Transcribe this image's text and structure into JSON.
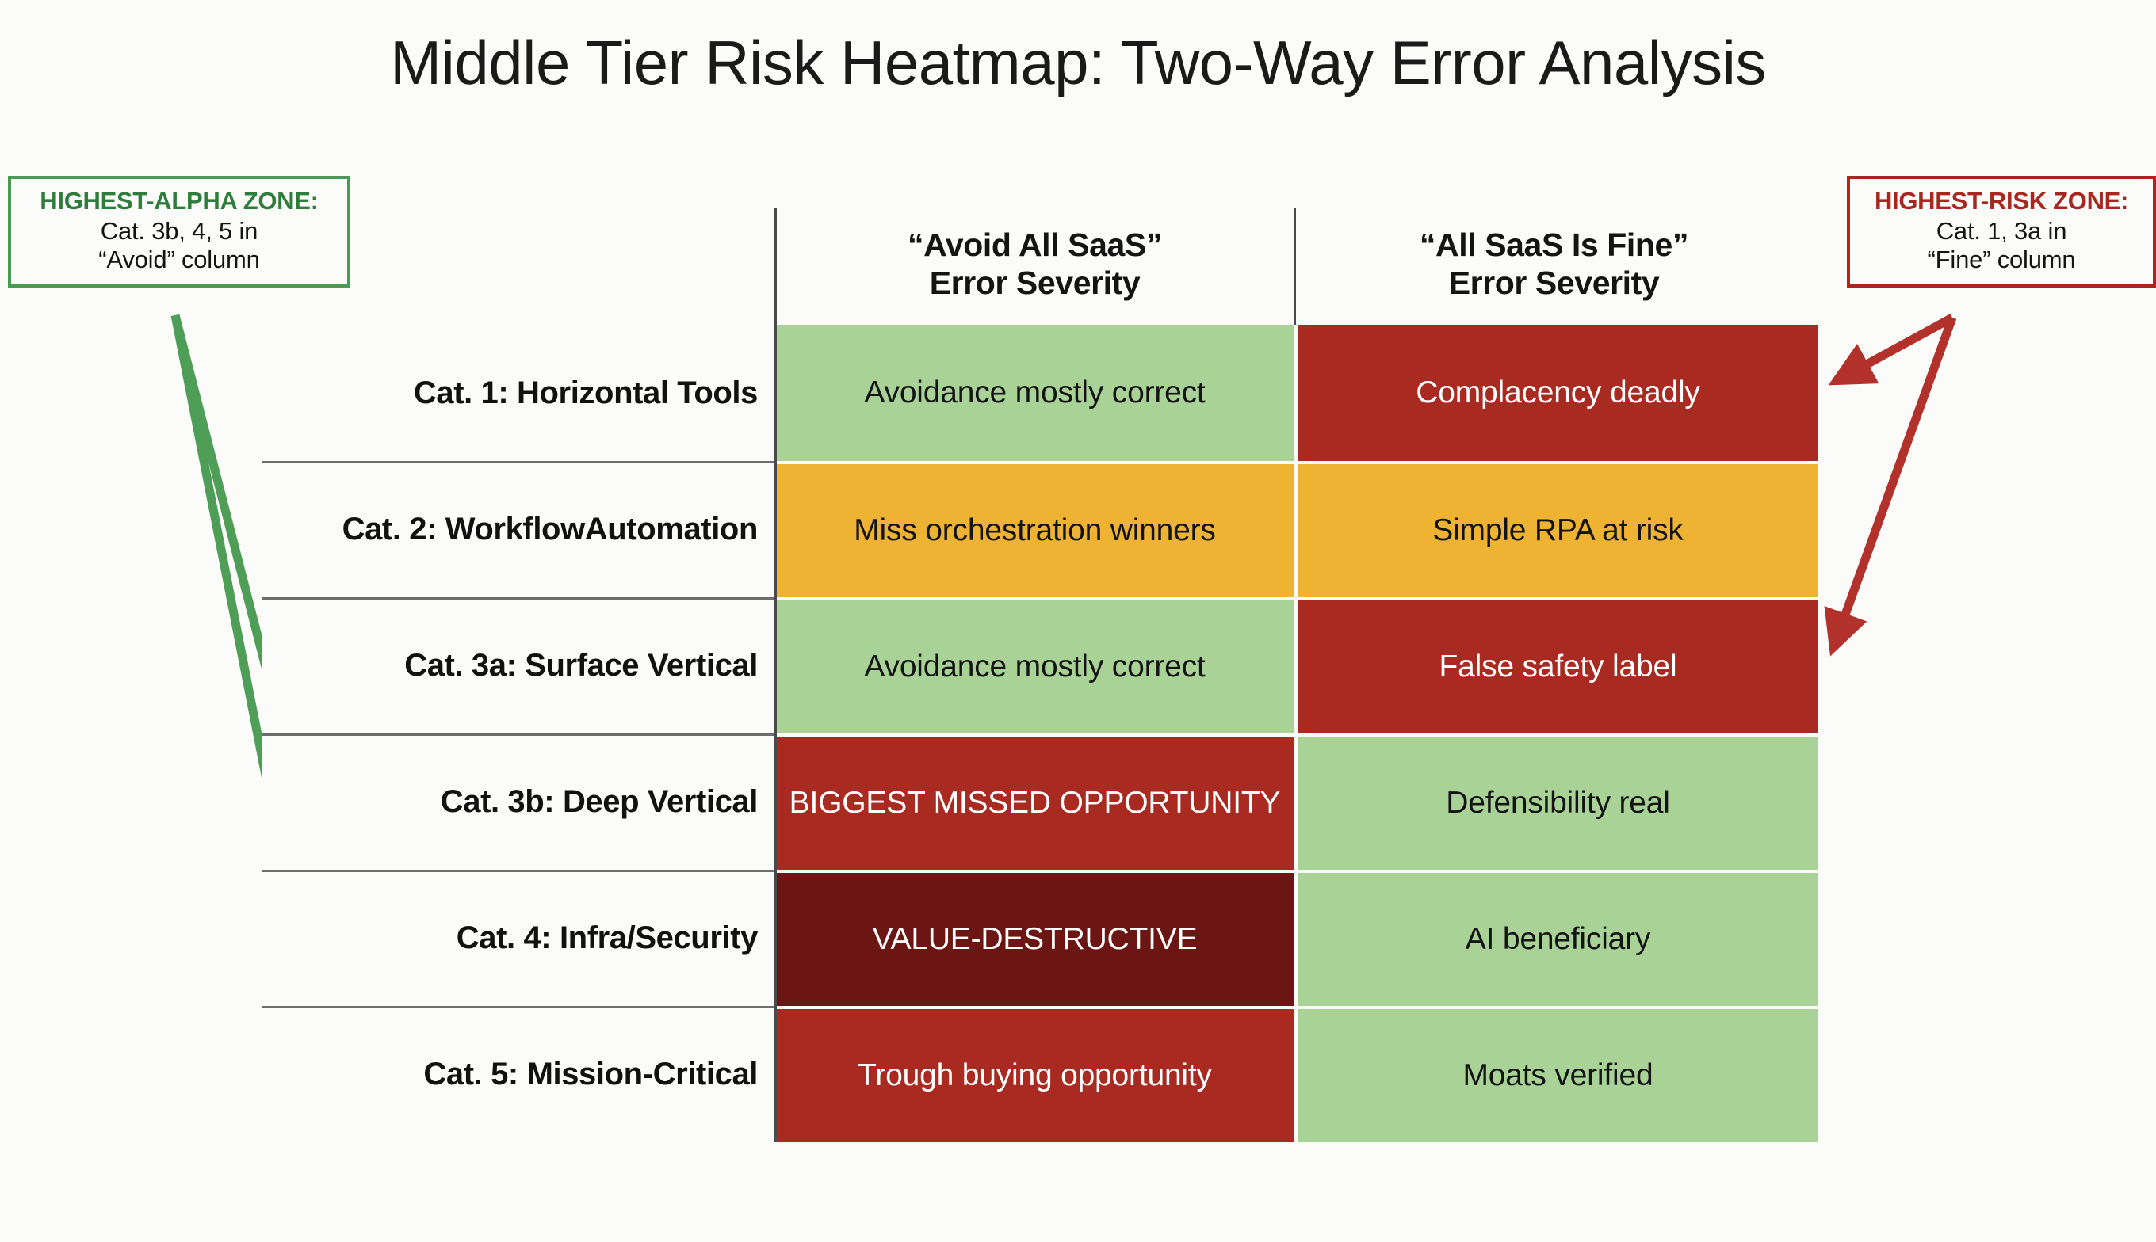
{
  "title": "Middle Tier Risk Heatmap: Two-Way Error Analysis",
  "callouts": {
    "alpha": {
      "heading": "HIGHEST-ALPHA ZONE:",
      "line1": "Cat. 3b, 4, 5 in",
      "line2": "“Avoid” column",
      "border_color": "#4a9a55",
      "heading_color": "#2f7d3c"
    },
    "risk": {
      "heading": "HIGHEST-RISK ZONE:",
      "line1": "Cat. 1, 3a in",
      "line2": "“Fine” column",
      "border_color": "#a82820",
      "heading_color": "#a82820"
    }
  },
  "chart_data": {
    "type": "heatmap",
    "title": "Middle Tier Risk Heatmap: Two-Way Error Analysis",
    "xlabel": "",
    "ylabel": "",
    "row_header_label": "",
    "columns": [
      {
        "line1": "“Avoid All SaaS”",
        "line2": "Error Severity"
      },
      {
        "line1": "“All SaaS Is Fine”",
        "line2": "Error Severity"
      }
    ],
    "categories": [
      "Cat. 1: Horizontal Tools",
      "Cat. 2: Workflow Automation",
      "Cat. 3a: Surface Vertical",
      "Cat. 3b: Deep Vertical",
      "Cat. 4: Infra/Security",
      "Cat. 5: Mission-Critical"
    ],
    "severity_palette": {
      "low": "#a9d297",
      "medium": "#eeb333",
      "high": "#a92a21",
      "extreme": "#6b1612"
    },
    "rows": [
      {
        "label_line1": "Cat. 1: Horizontal Tools",
        "label_line2": "",
        "avoid": {
          "text": "Avoidance mostly correct",
          "severity": "low",
          "bg": "#a9d297",
          "fg": "#141414"
        },
        "fine": {
          "text": "Complacency deadly",
          "severity": "high",
          "bg": "#a92a21",
          "fg": "#ffffff"
        }
      },
      {
        "label_line1": "Cat. 2: Workflow",
        "label_line2": "Automation",
        "avoid": {
          "text": "Miss orchestration winners",
          "severity": "medium",
          "bg": "#eeb333",
          "fg": "#141414"
        },
        "fine": {
          "text": "Simple RPA at risk",
          "severity": "medium",
          "bg": "#eeb333",
          "fg": "#141414"
        }
      },
      {
        "label_line1": "Cat. 3a: Surface Vertical",
        "label_line2": "",
        "avoid": {
          "text": "Avoidance mostly correct",
          "severity": "low",
          "bg": "#a9d297",
          "fg": "#141414"
        },
        "fine": {
          "text": "False safety label",
          "severity": "high",
          "bg": "#a92a21",
          "fg": "#ffffff"
        }
      },
      {
        "label_line1": "Cat. 3b: Deep Vertical",
        "label_line2": "",
        "avoid": {
          "text": "BIGGEST MISSED OPPORTUNITY",
          "severity": "high",
          "bg": "#a92a21",
          "fg": "#ffffff"
        },
        "fine": {
          "text": "Defensibility real",
          "severity": "low",
          "bg": "#a9d297",
          "fg": "#141414"
        }
      },
      {
        "label_line1": "Cat. 4: Infra/Security",
        "label_line2": "",
        "avoid": {
          "text": "VALUE-DESTRUCTIVE",
          "severity": "extreme",
          "bg": "#6b1612",
          "fg": "#ffffff"
        },
        "fine": {
          "text": "AI beneficiary",
          "severity": "low",
          "bg": "#a9d297",
          "fg": "#141414"
        }
      },
      {
        "label_line1": "Cat. 5: Mission-Critical",
        "label_line2": "",
        "avoid": {
          "text": "Trough buying opportunity",
          "severity": "high",
          "bg": "#a92a21",
          "fg": "#ffffff"
        },
        "fine": {
          "text": "Moats verified",
          "severity": "low",
          "bg": "#a9d297",
          "fg": "#141414"
        }
      }
    ],
    "annotations": [
      {
        "name": "highest-alpha-zone",
        "text": "HIGHEST-ALPHA ZONE: Cat. 3b, 4, 5 in “Avoid” column",
        "color": "#4a9a55",
        "points_to": [
          "Cat. 3b: Deep Vertical",
          "Cat. 4: Infra/Security"
        ]
      },
      {
        "name": "highest-risk-zone",
        "text": "HIGHEST-RISK ZONE: Cat. 1, 3a in “Fine” column",
        "color": "#a82820",
        "points_to": [
          "Cat. 1: Horizontal Tools",
          "Cat. 3a: Surface Vertical"
        ]
      }
    ],
    "grid": true,
    "legend": "none"
  }
}
